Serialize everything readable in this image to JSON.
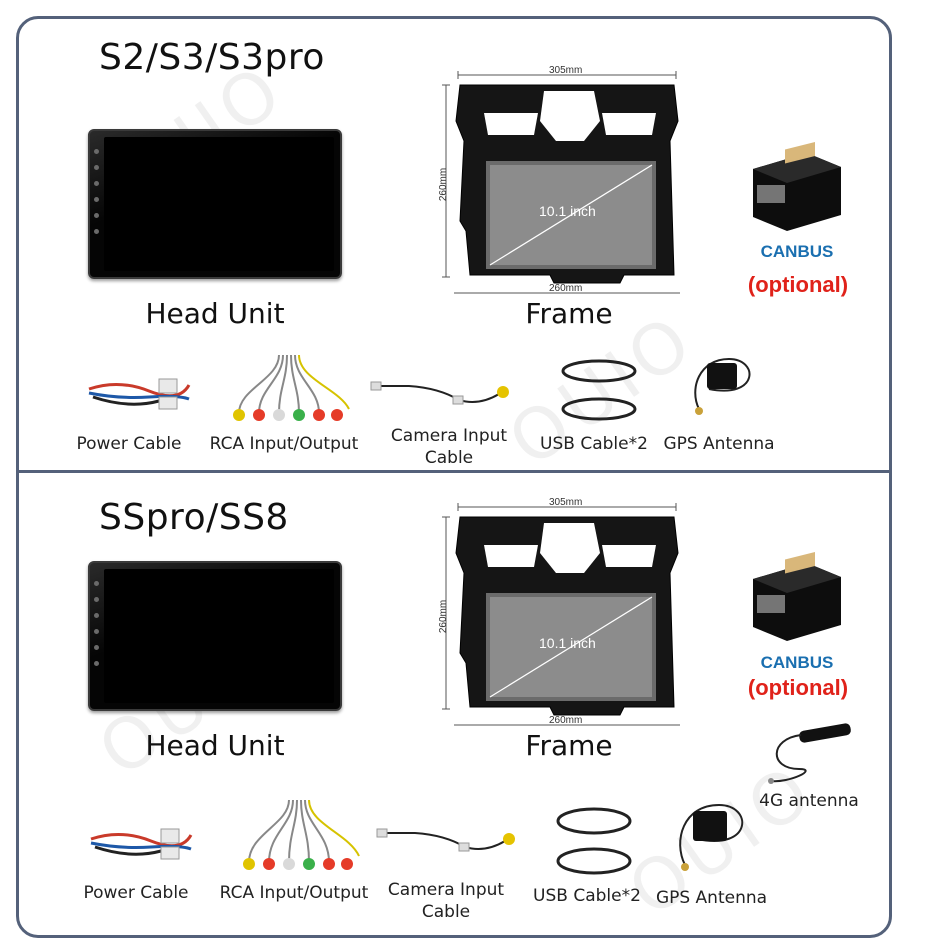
{
  "sections": [
    {
      "title": "S2/S3/S3pro",
      "head_unit_label": "Head Unit",
      "frame_label": "Frame",
      "frame_dims": {
        "top": "305mm",
        "side": "260mm",
        "bottom": "260mm",
        "screen": "10.1 inch"
      },
      "canbus": "CANBUS",
      "optional": "(optional)",
      "accessories": [
        "Power Cable",
        "RCA Input/Output",
        "Camera Input Cable",
        "USB Cable*2",
        "GPS Antenna"
      ]
    },
    {
      "title": "SSpro/SS8",
      "head_unit_label": "Head Unit",
      "frame_label": "Frame",
      "frame_dims": {
        "top": "305mm",
        "side": "260mm",
        "bottom": "260mm",
        "screen": "10.1 inch"
      },
      "canbus": "CANBUS",
      "optional": "(optional)",
      "extra": "4G antenna",
      "accessories": [
        "Power Cable",
        "RCA Input/Output",
        "Camera Input Cable",
        "USB Cable*2",
        "GPS Antenna"
      ]
    }
  ],
  "colors": {
    "border": "#54617a",
    "canbus": "#1a6fb0",
    "optional": "#e0221a"
  }
}
